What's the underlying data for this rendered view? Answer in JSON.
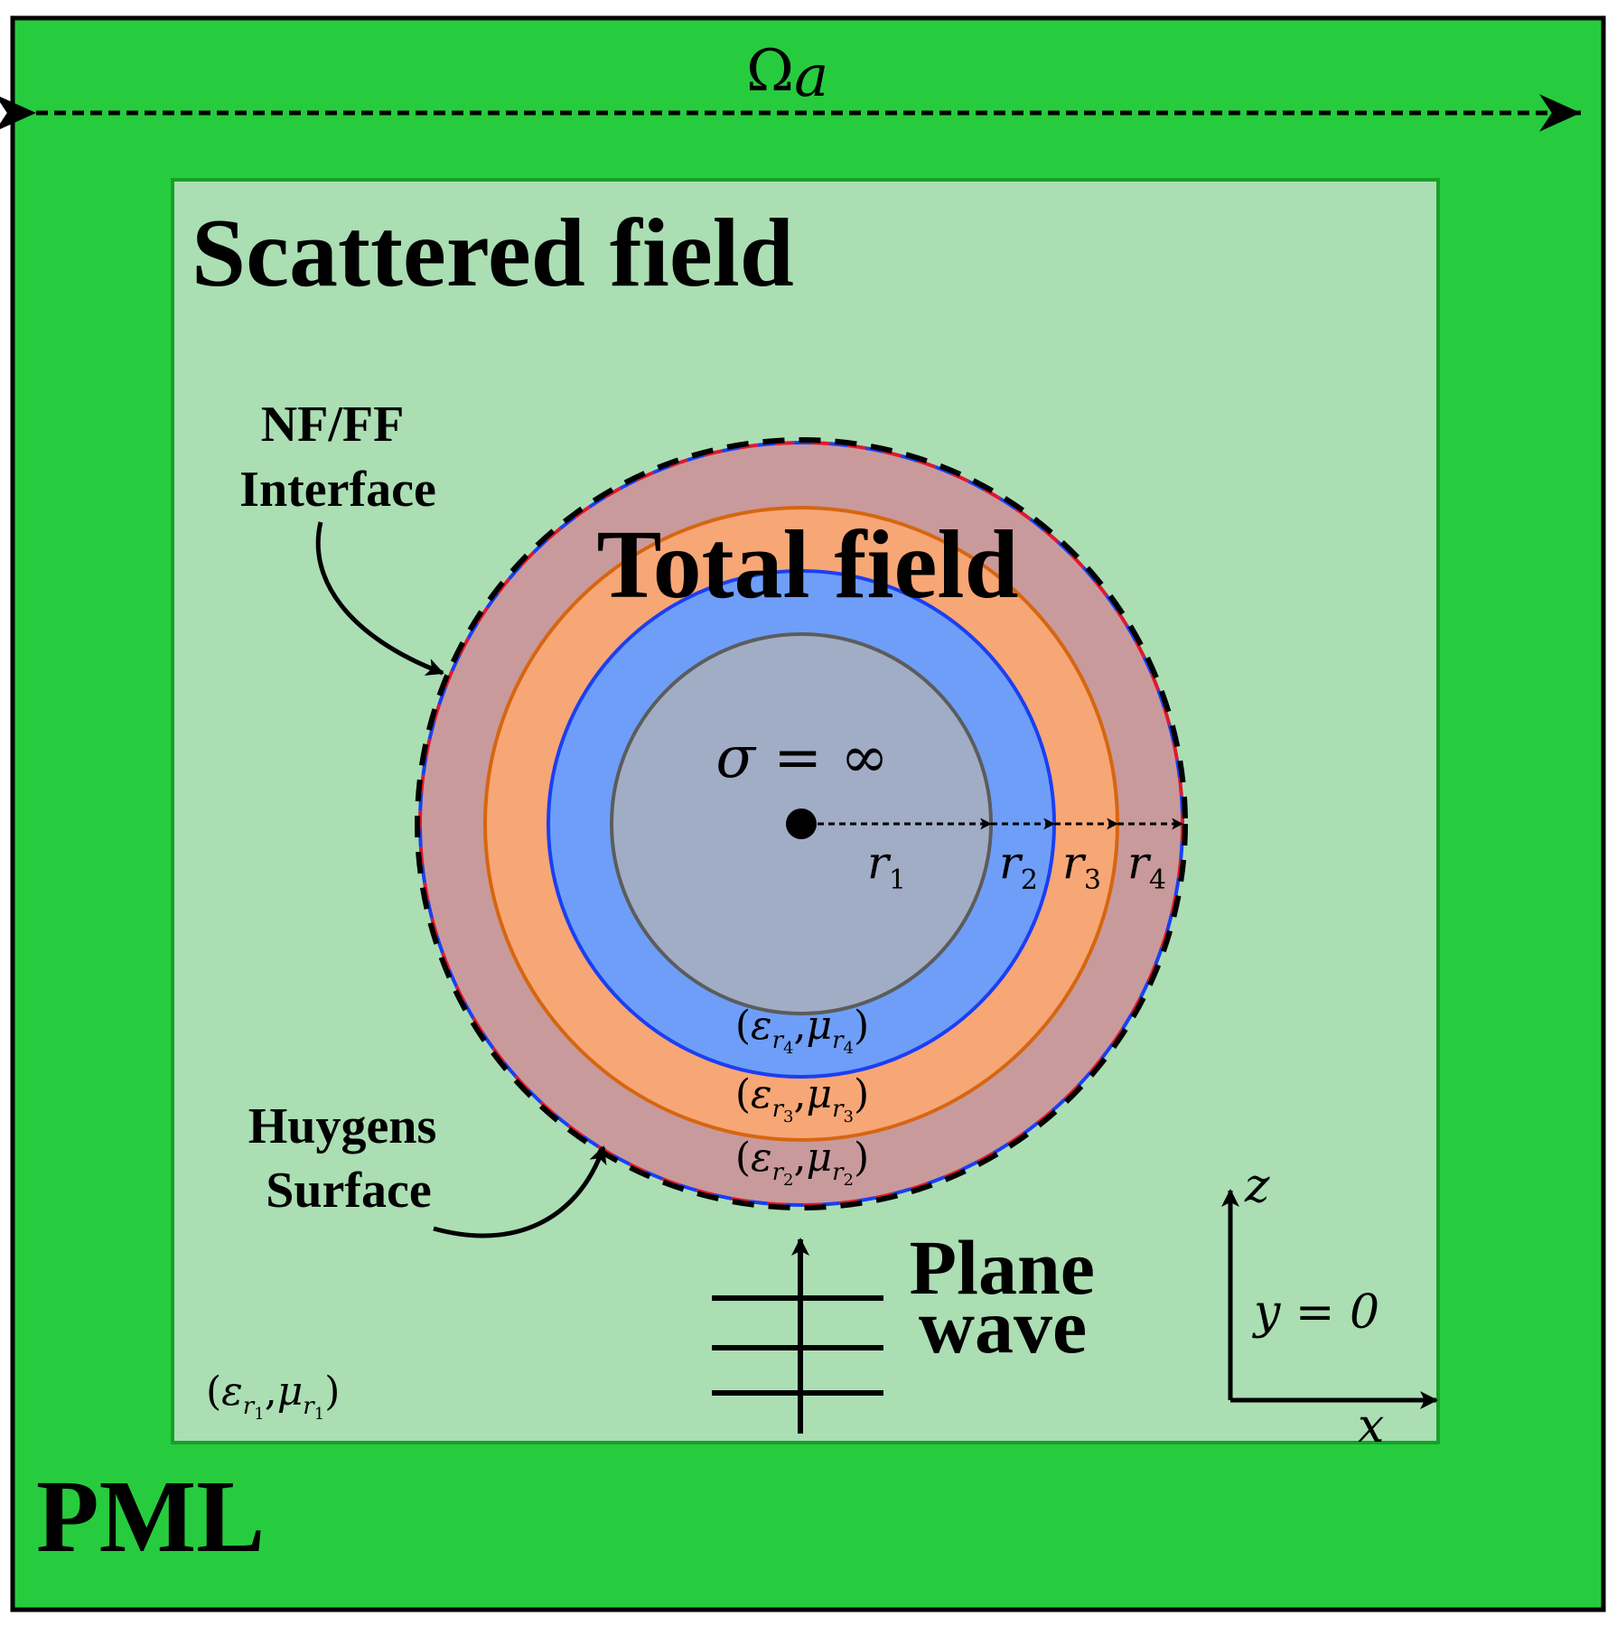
{
  "labels": {
    "domain": "Ω",
    "domain_sub": "a",
    "scattered_field": "Scattered field",
    "total_field": "Total field",
    "pml": "PML",
    "nf_ff_line1": "NF/FF",
    "nf_ff_line2": "Interface",
    "huygens_line1": "Huygens",
    "huygens_line2": "Surface",
    "plane_line1": "Plane",
    "plane_line2": "wave",
    "conductivity": "σ = ∞",
    "axis_z": "z",
    "axis_x": "x",
    "plane_eq": "y = 0",
    "radius_symbol": "r",
    "r1_sub": "1",
    "r2_sub": "2",
    "r3_sub": "3",
    "r4_sub": "4",
    "eps_symbol": "ε",
    "mu_symbol": "μ",
    "background_sub": "1",
    "layer_blue_sub": "4",
    "layer_orange_sub": "3",
    "layer_pink_sub": "2"
  },
  "colors": {
    "pml": "#27cc3e",
    "scattered_region": "#abdeb3",
    "outer_shell": "#c99a9b",
    "middle_shell": "#f7a676",
    "inner_shell": "#6e9ef7",
    "conductor_core": "#a0adc5",
    "orange_boundary": "#d6660f",
    "blue_boundary": "#1a3ff2",
    "core_boundary": "#5c5c5c",
    "huygens_red": "#e01830",
    "huygens_blue": "#1a3ff2"
  }
}
